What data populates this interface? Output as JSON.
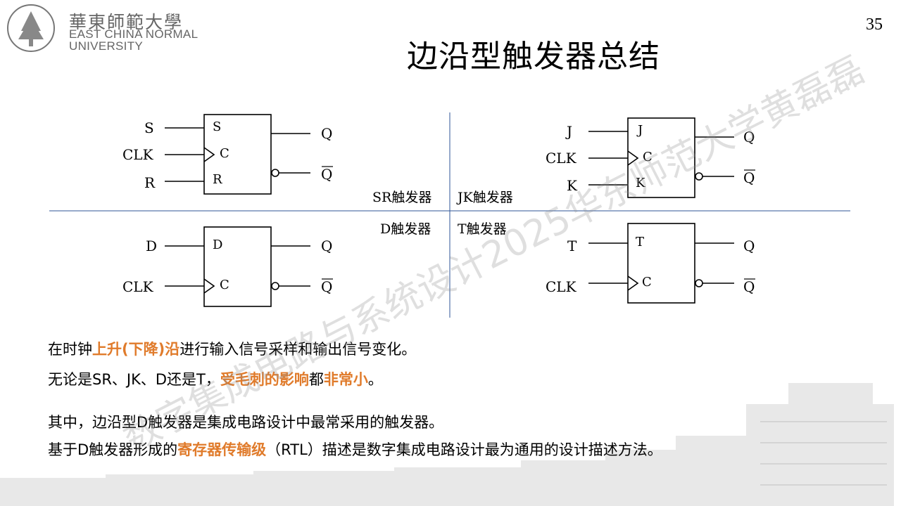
{
  "header": {
    "university_cn": "華東師範大學",
    "university_en_line1": "EAST CHINA NORMAL",
    "university_en_line2": "UNIVERSITY",
    "page_number": "35",
    "title": "边沿型触发器总结"
  },
  "flipflops": {
    "sr": {
      "caption": "SR触发器",
      "inputs": [
        "S",
        "CLK",
        "R"
      ],
      "pins": [
        "S",
        "C",
        "R"
      ],
      "outputs": [
        "Q",
        "Q"
      ]
    },
    "jk": {
      "caption": "JK触发器",
      "inputs": [
        "J",
        "CLK",
        "K"
      ],
      "pins": [
        "J",
        "C",
        "K"
      ],
      "outputs": [
        "Q",
        "Q"
      ]
    },
    "d": {
      "caption": "D触发器",
      "inputs": [
        "D",
        "CLK"
      ],
      "pins": [
        "D",
        "C"
      ],
      "outputs": [
        "Q",
        "Q"
      ]
    },
    "t": {
      "caption": "T触发器",
      "inputs": [
        "T",
        "CLK"
      ],
      "pins": [
        "T",
        "C"
      ],
      "outputs": [
        "Q",
        "Q"
      ]
    }
  },
  "body": {
    "line1": {
      "a": "在时钟",
      "b": "上升(下降)沿",
      "c": "进行输入信号采样和输出信号变化。"
    },
    "line2": {
      "a": "无论是SR、JK、D还是T，",
      "b": "受毛刺的影响",
      "c": "都",
      "d": "非常小",
      "e": "。"
    },
    "line3": "其中，边沿型D触发器是集成电路设计中最常采用的触发器。",
    "line4": {
      "a": "基于D触发器形成的",
      "b": "寄存器传输级",
      "c": "（RTL）描述是数字集成电路设计最为通用的设计描述方法。"
    }
  },
  "watermark": "数字集成电路与系统设计2025华东师范大学黄磊磊",
  "colors": {
    "highlight": "#e07b2b",
    "logo_gray": "#666666",
    "divider_blue": "#2f5597"
  }
}
